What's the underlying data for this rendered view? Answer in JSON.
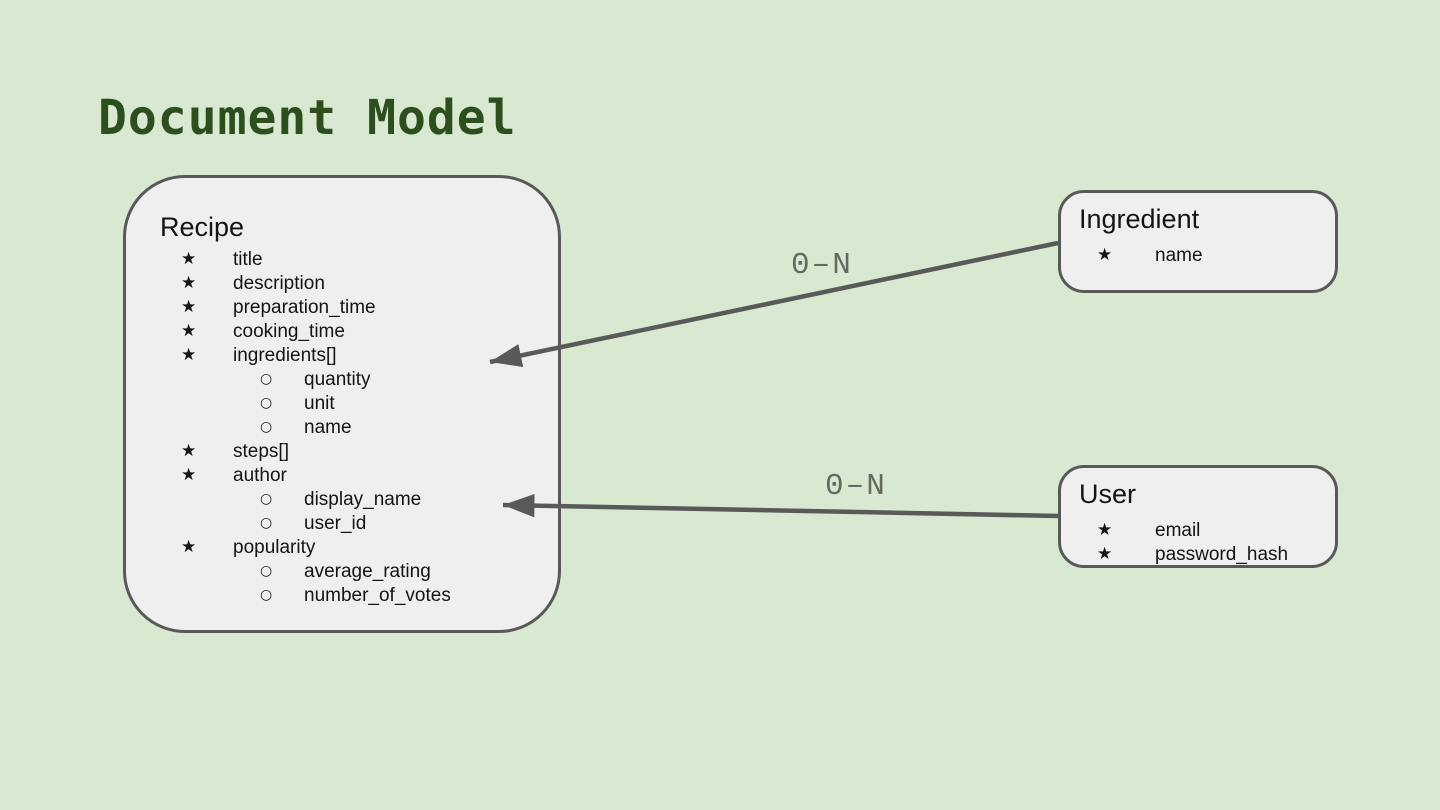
{
  "page": {
    "title": "Document Model"
  },
  "colors": {
    "background": "#d8e8d1",
    "title_green": "#2d4f1d",
    "box_fill": "#efefef",
    "box_border": "#595959",
    "arrow": "#595959",
    "relation_label": "#646a61"
  },
  "bullets": {
    "star": "★",
    "circle": "○"
  },
  "entities": {
    "recipe": {
      "title": "Recipe",
      "fields": [
        {
          "label": "title",
          "level": 1
        },
        {
          "label": "description",
          "level": 1
        },
        {
          "label": "preparation_time",
          "level": 1
        },
        {
          "label": "cooking_time",
          "level": 1
        },
        {
          "label": "ingredients[]",
          "level": 1
        },
        {
          "label": "quantity",
          "level": 2
        },
        {
          "label": "unit",
          "level": 2
        },
        {
          "label": "name",
          "level": 2
        },
        {
          "label": "steps[]",
          "level": 1
        },
        {
          "label": "author",
          "level": 1
        },
        {
          "label": "display_name",
          "level": 2
        },
        {
          "label": "user_id",
          "level": 2
        },
        {
          "label": "popularity",
          "level": 1
        },
        {
          "label": "average_rating",
          "level": 2
        },
        {
          "label": "number_of_votes",
          "level": 2
        }
      ]
    },
    "ingredient": {
      "title": "Ingredient",
      "fields": [
        {
          "label": "name",
          "level": 1
        }
      ]
    },
    "user": {
      "title": "User",
      "fields": [
        {
          "label": "email",
          "level": 1
        },
        {
          "label": "password_hash",
          "level": 1
        }
      ]
    }
  },
  "relations": [
    {
      "label": "0–N"
    },
    {
      "label": "0–N"
    }
  ]
}
